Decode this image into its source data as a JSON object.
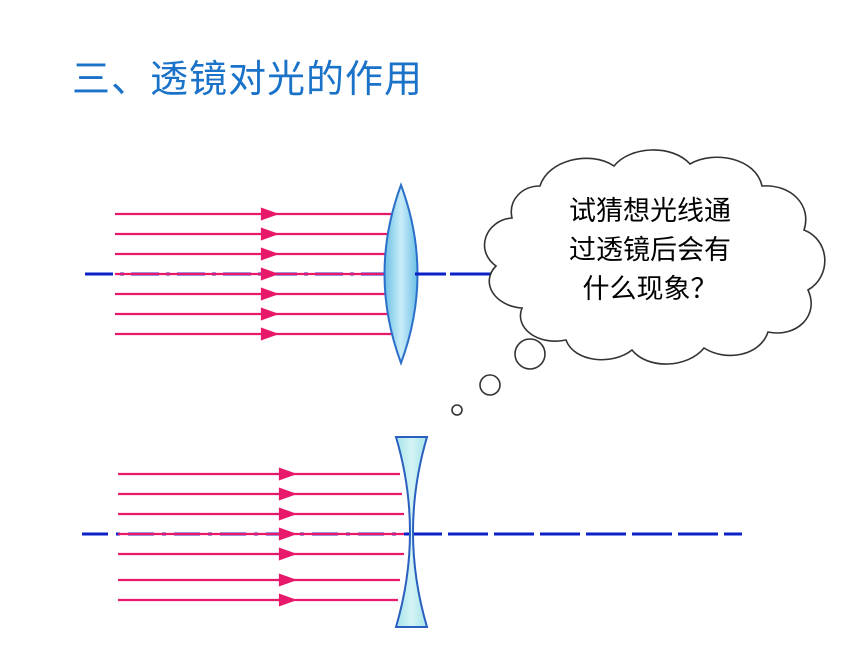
{
  "title": "三、透镜对光的作用",
  "thought_bubble": {
    "lines": [
      "试猜想光线通",
      "过透镜后会有",
      "什么现象？"
    ]
  },
  "colors": {
    "title": "#1a73c9",
    "ray": "#e8196b",
    "axis": "#0a22c8",
    "lens_fill": "#9fd8ee",
    "lens_stroke": "#2a6fc9",
    "concave_fill": "#b6ecef",
    "concave_stroke": "#2a5fc0",
    "bubble_stroke": "#333333"
  }
}
